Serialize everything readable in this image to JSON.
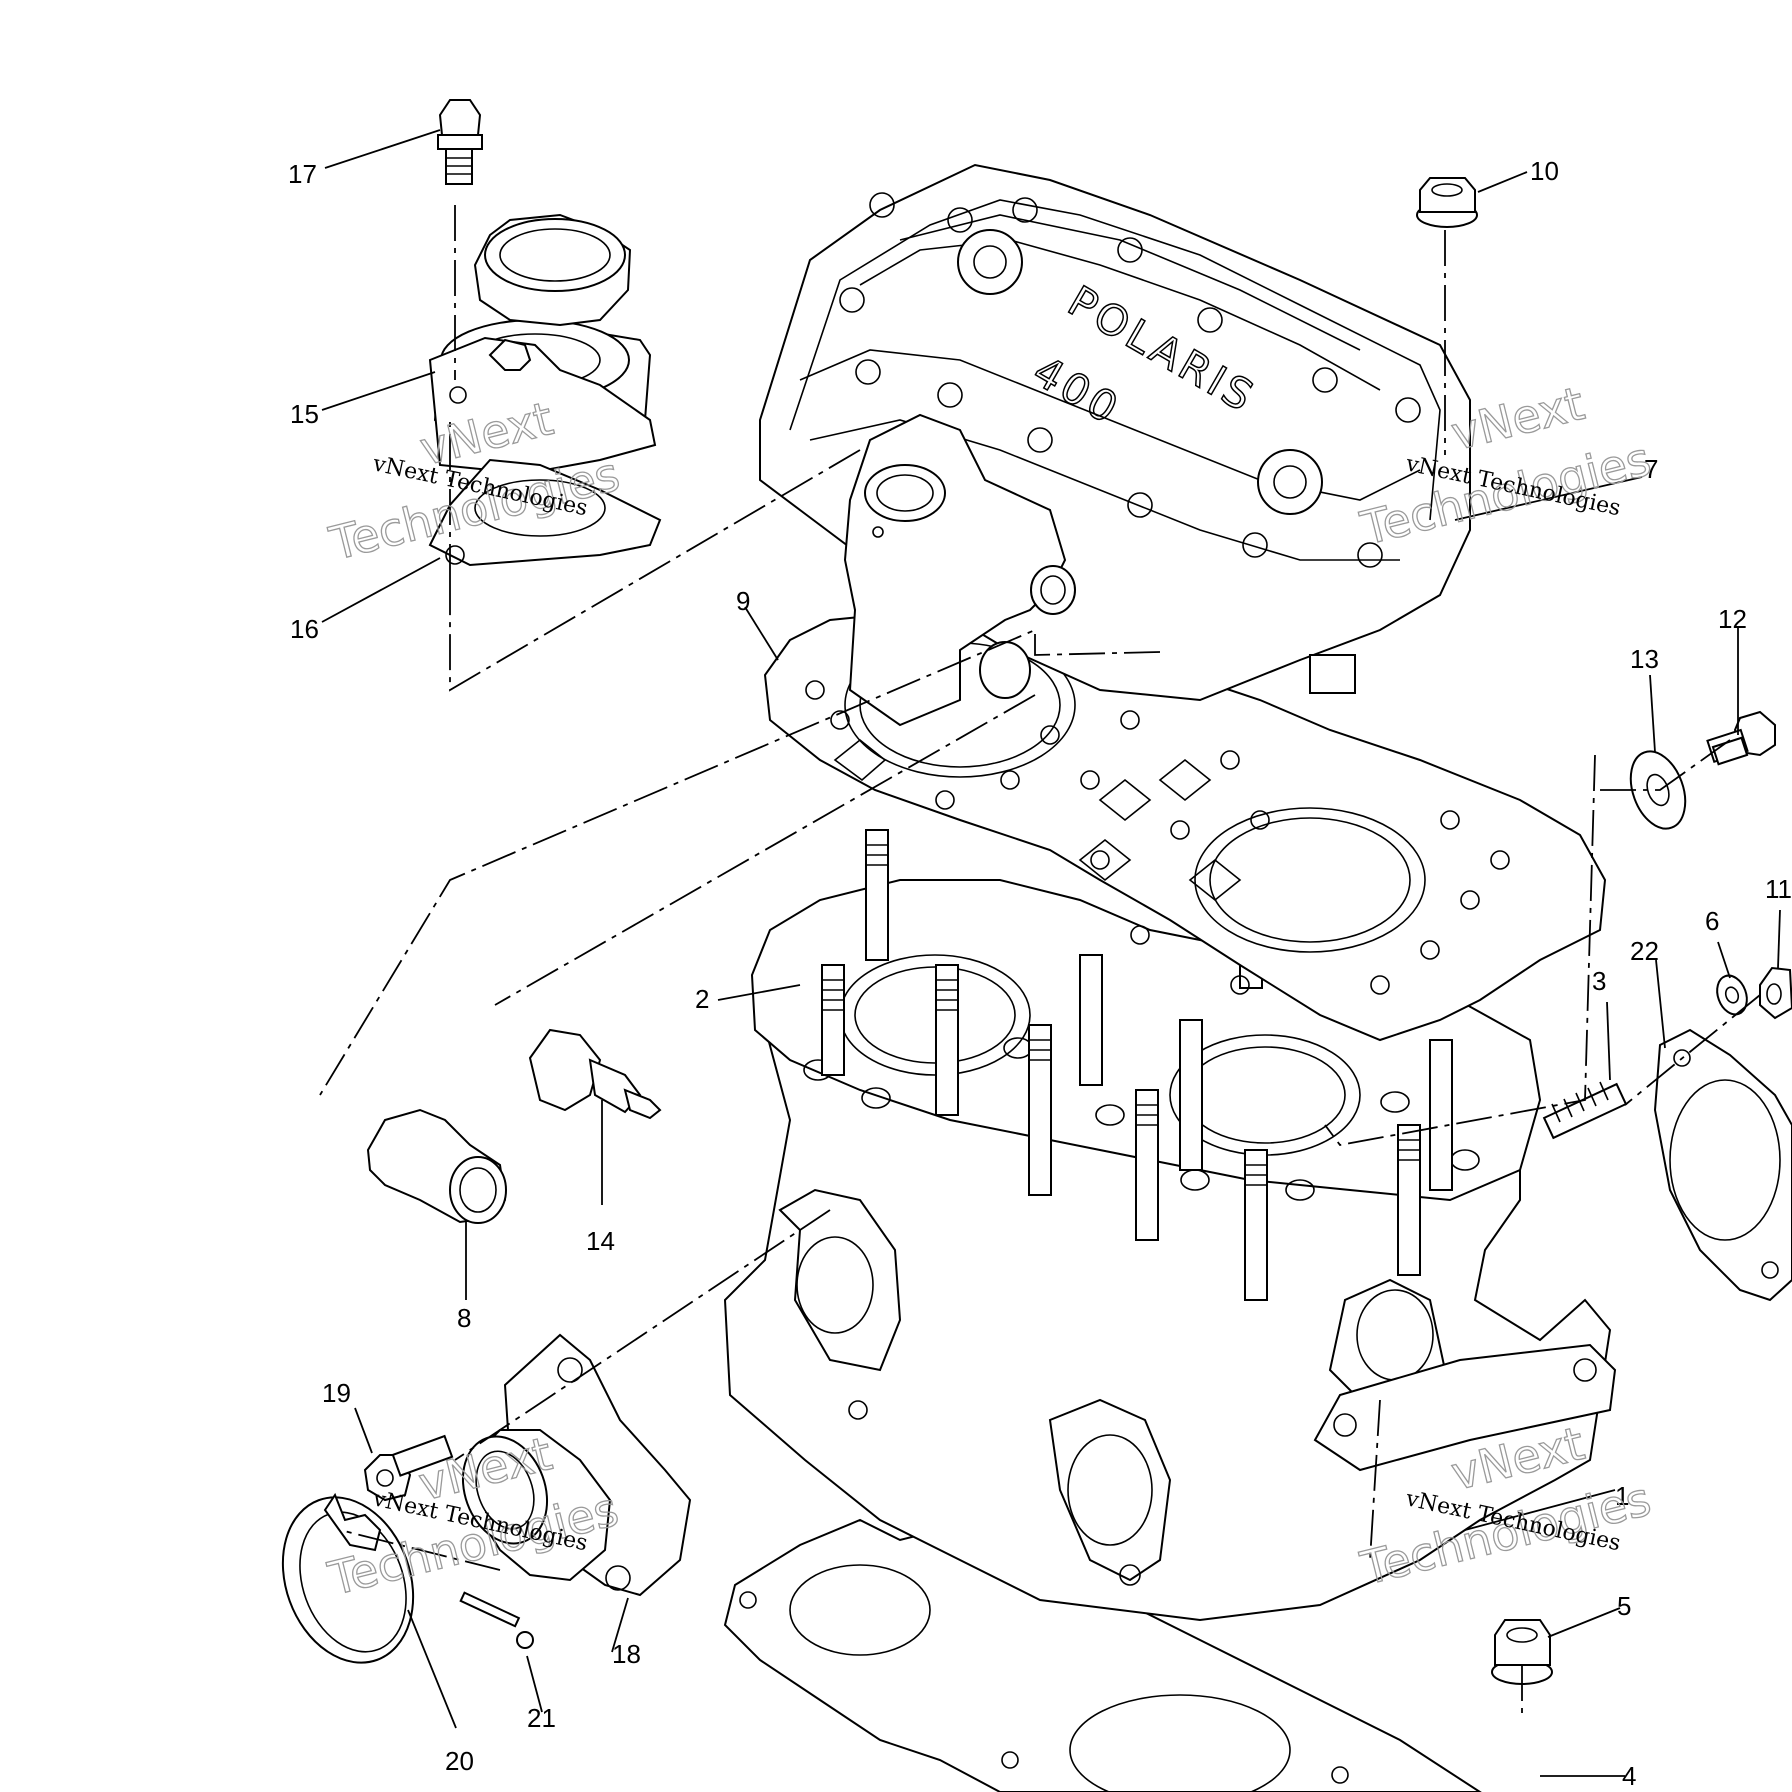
{
  "diagram": {
    "callouts": [
      "1",
      "2",
      "3",
      "4",
      "5",
      "6",
      "7",
      "8",
      "9",
      "10",
      "11",
      "12",
      "13",
      "14",
      "15",
      "16",
      "17",
      "18",
      "19",
      "20",
      "21",
      "22"
    ],
    "cover_text": "POLARIS",
    "cover_number": "400",
    "watermark_company": "vNext Technologies",
    "watermark_word1": "vNext",
    "watermark_word2": "Technologies"
  }
}
